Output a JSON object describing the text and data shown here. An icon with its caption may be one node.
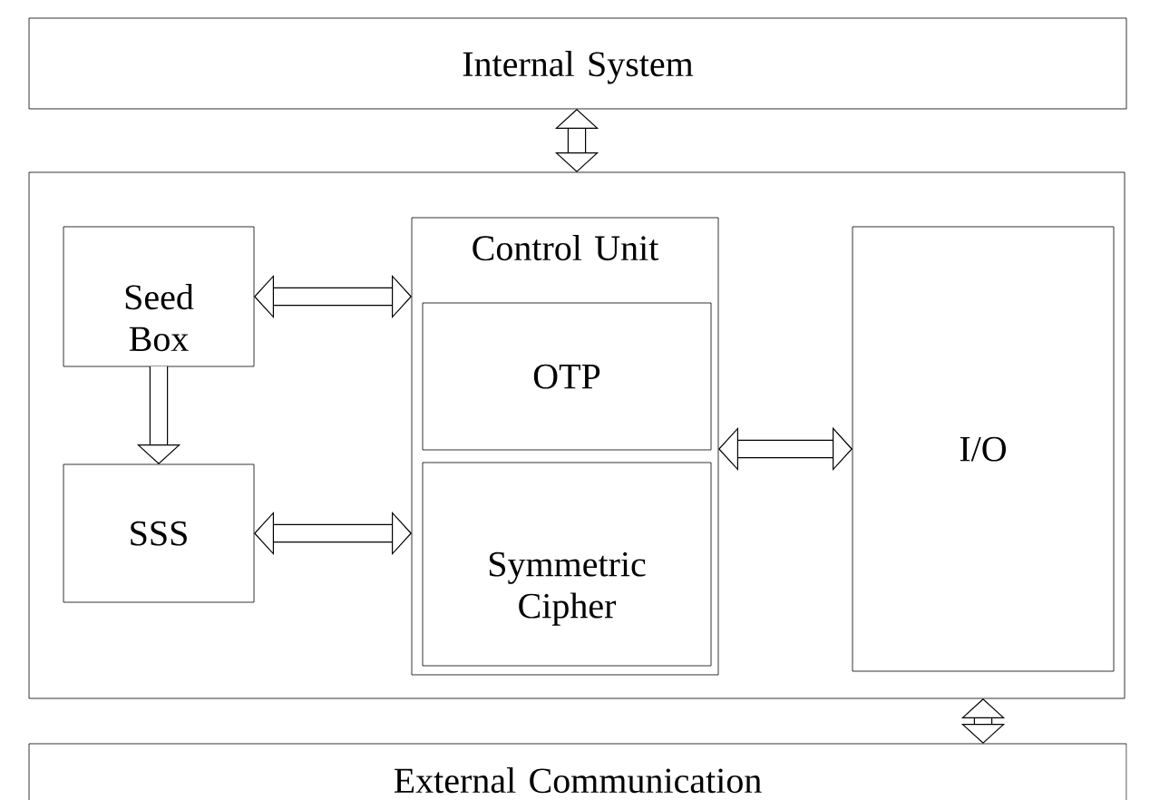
{
  "diagram": {
    "nodes": [
      {
        "text": [
          "Internal System"
        ]
      },
      {
        "text": [],
        "shape": "box"
      },
      {
        "text": [
          "Seed Box"
        ],
        "in": 1
      },
      {
        "text": [
          "SSS"
        ],
        "in": 1
      },
      {
        "text": [
          "Control Unit"
        ],
        "in": 1
      },
      {
        "text": [
          "OTP"
        ],
        "in": 4
      },
      {
        "text": [
          "Symmetric Cipher"
        ],
        "in": 4
      },
      {
        "text": [
          "I/O"
        ],
        "in": 1
      },
      {
        "text": [
          "External Communication"
        ]
      }
    ],
    "edges": [
      {
        "from": 0,
        "to": 1,
        "arrow": "both"
      },
      {
        "from": 2,
        "to": 4,
        "arrow": "both"
      },
      {
        "from": 2,
        "to": 3,
        "arrow": "to"
      },
      {
        "from": 3,
        "to": 4,
        "arrow": "both"
      },
      {
        "from": 4,
        "to": 7,
        "arrow": "both"
      },
      {
        "from": 1,
        "to": 8,
        "arrow": "both"
      }
    ]
  }
}
